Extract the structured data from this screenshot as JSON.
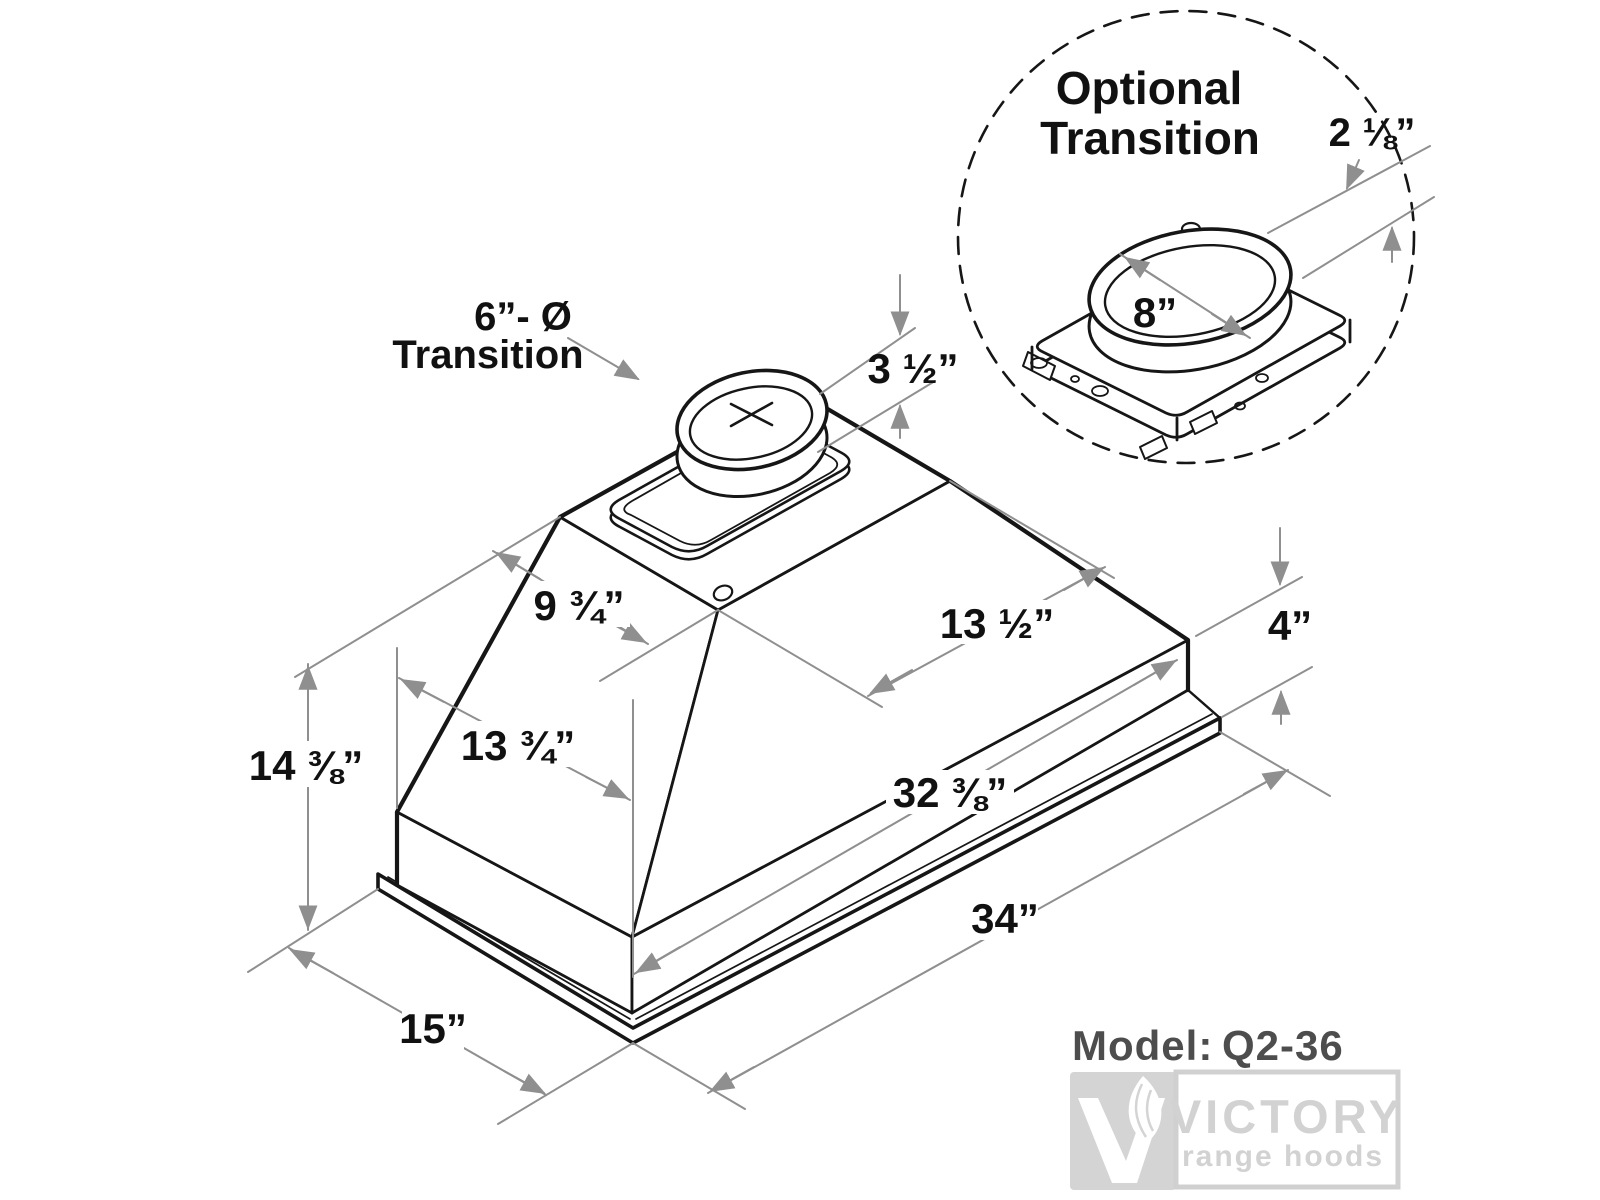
{
  "diagram": {
    "detail_view": {
      "title_line1": "Optional",
      "title_line2": "Transition",
      "collar_height": "2 ⅛”",
      "collar_diameter": "8”"
    },
    "main_view": {
      "duct_label_line1": "6”- Ø",
      "duct_label_line2": "Transition",
      "dimensions": {
        "collar_height": "3 ½”",
        "top_depth": "9 ¾”",
        "top_length": "13 ½”",
        "base_height": "4”",
        "slant_height": "13 ¾”",
        "overall_height": "14 ⅜”",
        "body_length": "32 ⅜”",
        "overall_length": "34”",
        "overall_depth": "15”"
      }
    },
    "title_block": {
      "model_label": "Model:",
      "model_value": "Q2-36"
    },
    "logo": {
      "brand": "VICTORY",
      "tagline": "range hoods"
    }
  }
}
